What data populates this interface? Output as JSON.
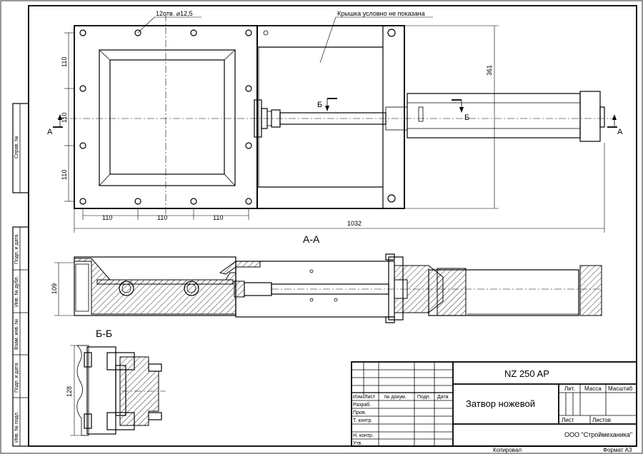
{
  "drawing": {
    "note_holes": "12отв. ⌀12,5",
    "note_cover": "Крышка условно не показана",
    "dim_361": "361",
    "dim_110_v1": "110",
    "dim_110_v2": "110",
    "dim_110_v3": "110",
    "dim_110_h1": "110",
    "dim_110_h2": "110",
    "dim_110_h3": "110",
    "dim_1032": "1032",
    "dim_109": "109",
    "dim_128": "128",
    "section_aa_title": "А-А",
    "section_bb_title": "Б-Б",
    "cut_a_left": "А",
    "cut_a_right": "А",
    "cut_b_top": "Б",
    "cut_b_right": "Б"
  },
  "side_labels": {
    "sprav": "Справ. №",
    "podp_data_1": "Подп. и дата",
    "inv_dubl": "Инв. № дубл.",
    "vzam_inv": "Взам. инв. №",
    "podp_data_2": "Подп. и дата",
    "inv_podl": "Инв. № подл."
  },
  "title_block": {
    "designation": "NZ 250 AP",
    "name": "Затвор ножевой",
    "company": "ООО \"Строймеханика\"",
    "col_izm": "Изм.",
    "col_list": "Лист",
    "col_doc": "№ докум.",
    "col_podp": "Подп.",
    "col_data": "Дата",
    "row_razrab": "Разраб.",
    "row_prov": "Пров.",
    "row_tkontr": "Т. контр.",
    "row_nkontr": "Н. контр.",
    "row_utv": "Утв.",
    "lit": "Лит.",
    "massa": "Масса",
    "masshtab": "Масштаб",
    "list": "Лист",
    "listov": "Листов"
  },
  "footer": {
    "kopiroval": "Копировал",
    "format": "Формат А3"
  }
}
